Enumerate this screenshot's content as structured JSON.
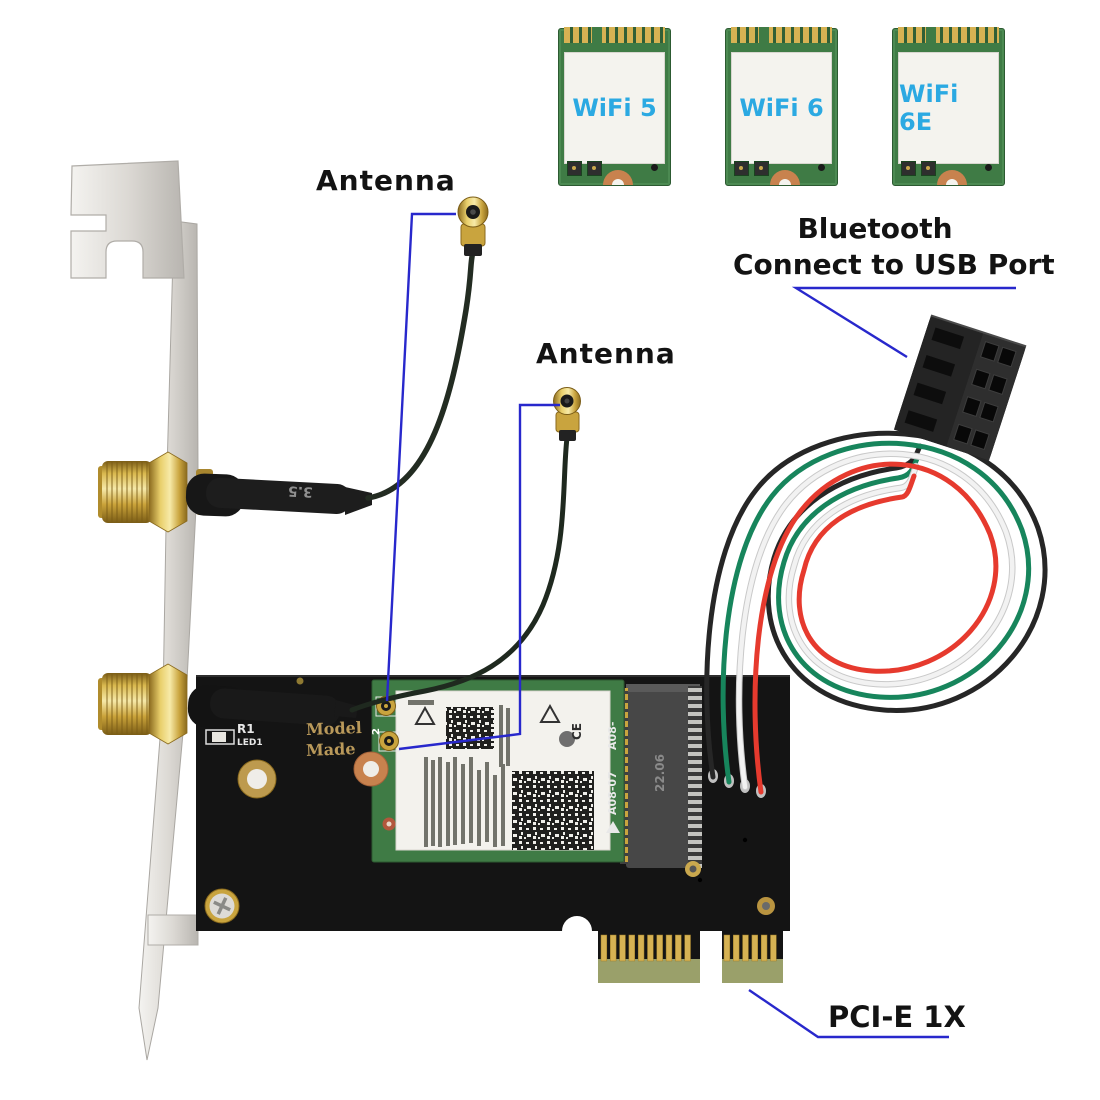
{
  "annotations": {
    "antenna_1": "Antenna",
    "antenna_2": "Antenna",
    "bluetooth_line1": "Bluetooth",
    "bluetooth_line2": "Connect to USB Port",
    "pcie": "PCI-E 1X"
  },
  "wifi_cards": [
    {
      "label": "WiFi 5"
    },
    {
      "label": "WiFi 6"
    },
    {
      "label": "WiFi 6E"
    }
  ],
  "board": {
    "r1": "R1",
    "led1": "LED1",
    "print1": "Model",
    "print2": "Made",
    "socket_marking": "22.06"
  },
  "module": {
    "marking_a": "A08-",
    "marking_b": "A08-07",
    "ce": "CE",
    "port_label": "2"
  },
  "cable": {
    "heatshrink": "3.5"
  },
  "colors": {
    "callout_blue": "#2828cc",
    "wifi_label_blue": "#2ba9e2",
    "pcb_black": "#141414",
    "module_green": "#3f7b45",
    "gold": "#caa84e",
    "bracket_silver": "#d8d5d0",
    "wire_red": "#e63a2e",
    "wire_green": "#17855c",
    "wire_white": "#f2f2f2",
    "wire_black": "#262626"
  }
}
